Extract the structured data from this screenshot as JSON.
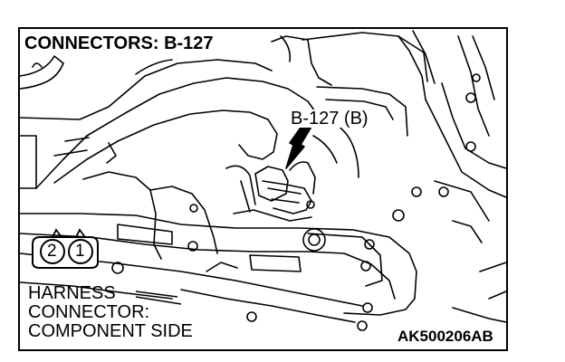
{
  "figure": {
    "title": "CONNECTORS: B-127",
    "callout_label": "B-127 (B)",
    "harness_lines": [
      "HARNESS",
      "CONNECTOR:",
      "COMPONENT SIDE"
    ],
    "figure_code": "AK500206AB",
    "connector_pins": [
      "2",
      "1"
    ]
  }
}
